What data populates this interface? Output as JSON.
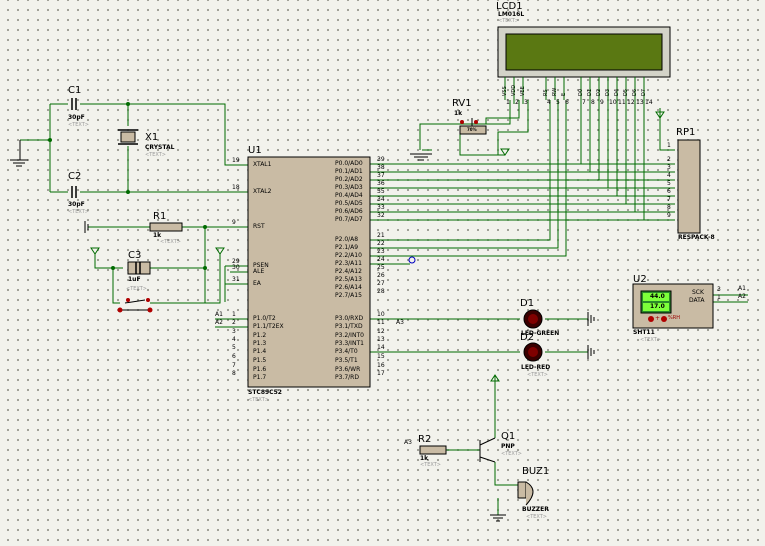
{
  "colors": {
    "wire": "#006b00",
    "body": "#c9bba4",
    "lcd_screen": "#5a7812",
    "pin": "#b00000",
    "lcd_panel": "#d3d3c8"
  },
  "placeholder": "<TEXT>",
  "components": {
    "lcd": {
      "ref": "LCD1",
      "model": "LM016L",
      "pins": [
        "VSS",
        "VDD",
        "VEE",
        "RS",
        "RW",
        "E",
        "D0",
        "D1",
        "D2",
        "D3",
        "D4",
        "D5",
        "D6",
        "D7"
      ],
      "pin_numbers": [
        "1",
        "2",
        "3",
        "4",
        "5",
        "6",
        "7",
        "8",
        "9",
        "10",
        "11",
        "12",
        "13",
        "14"
      ]
    },
    "rv1": {
      "ref": "RV1",
      "value": "1k",
      "pct": "70%"
    },
    "c1": {
      "ref": "C1",
      "value": "30pF"
    },
    "c2": {
      "ref": "C2",
      "value": "30pF"
    },
    "x1": {
      "ref": "X1",
      "value": "CRYSTAL"
    },
    "r1": {
      "ref": "R1",
      "value": "1k"
    },
    "c3": {
      "ref": "C3",
      "value": "1uF"
    },
    "u1": {
      "ref": "U1",
      "model": "STC89C52",
      "left_pins": [
        {
          "num": "19",
          "name": "XTAL1"
        },
        {
          "num": "18",
          "name": "XTAL2"
        },
        {
          "num": "9",
          "name": "RST"
        },
        {
          "num": "29",
          "name": "PSEN"
        },
        {
          "num": "30",
          "name": "ALE"
        },
        {
          "num": "31",
          "name": "EA"
        },
        {
          "num": "1",
          "name": "P1.0/T2"
        },
        {
          "num": "2",
          "name": "P1.1/T2EX"
        },
        {
          "num": "3",
          "name": "P1.2"
        },
        {
          "num": "4",
          "name": "P1.3"
        },
        {
          "num": "5",
          "name": "P1.4"
        },
        {
          "num": "6",
          "name": "P1.5"
        },
        {
          "num": "7",
          "name": "P1.6"
        },
        {
          "num": "8",
          "name": "P1.7"
        }
      ],
      "right_pins": [
        {
          "num": "39",
          "name": "P0.0/AD0"
        },
        {
          "num": "38",
          "name": "P0.1/AD1"
        },
        {
          "num": "37",
          "name": "P0.2/AD2"
        },
        {
          "num": "36",
          "name": "P0.3/AD3"
        },
        {
          "num": "35",
          "name": "P0.4/AD4"
        },
        {
          "num": "34",
          "name": "P0.5/AD5"
        },
        {
          "num": "33",
          "name": "P0.6/AD6"
        },
        {
          "num": "32",
          "name": "P0.7/AD7"
        },
        {
          "num": "21",
          "name": "P2.0/A8"
        },
        {
          "num": "22",
          "name": "P2.1/A9"
        },
        {
          "num": "23",
          "name": "P2.2/A10"
        },
        {
          "num": "24",
          "name": "P2.3/A11"
        },
        {
          "num": "25",
          "name": "P2.4/A12"
        },
        {
          "num": "26",
          "name": "P2.5/A13"
        },
        {
          "num": "27",
          "name": "P2.6/A14"
        },
        {
          "num": "28",
          "name": "P2.7/A15"
        },
        {
          "num": "10",
          "name": "P3.0/RXD"
        },
        {
          "num": "11",
          "name": "P3.1/TXD"
        },
        {
          "num": "12",
          "name": "P3.2/INT0"
        },
        {
          "num": "13",
          "name": "P3.3/INT1"
        },
        {
          "num": "14",
          "name": "P3.4/T0"
        },
        {
          "num": "15",
          "name": "P3.5/T1"
        },
        {
          "num": "16",
          "name": "P3.6/WR"
        },
        {
          "num": "17",
          "name": "P3.7/RD"
        }
      ]
    },
    "rp1": {
      "ref": "RP1",
      "model": "RESPACK-8",
      "pins": [
        "1",
        "2",
        "3",
        "4",
        "5",
        "6",
        "7",
        "8",
        "9"
      ]
    },
    "u2": {
      "ref": "U2",
      "model": "SHT11",
      "display1": "44.0",
      "display2": "17.0",
      "btn1": "+",
      "btn2": "%RH",
      "sck": "SCK",
      "data": "DATA",
      "pin_sck": "3",
      "pin_data": "1"
    },
    "d1": {
      "ref": "D1",
      "model": "LED-GREEN"
    },
    "d2": {
      "ref": "D2",
      "model": "LED-RED"
    },
    "q1": {
      "ref": "Q1",
      "model": "PNP"
    },
    "r2": {
      "ref": "R2",
      "value": "1k"
    },
    "buz1": {
      "ref": "BUZ1",
      "model": "BUZZER"
    }
  },
  "nets": {
    "a1_left": "A1",
    "a2_left": "A2",
    "a3_u1": "A3",
    "a3_r2": "A3",
    "a1_u2": "A1",
    "a2_u2": "A2"
  }
}
